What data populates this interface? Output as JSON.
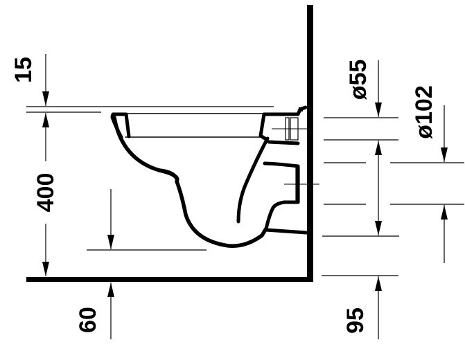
{
  "diagram": {
    "type": "technical-drawing",
    "subject": "wall-hung toilet side elevation",
    "colors": {
      "line": "#000000",
      "background": "#ffffff"
    },
    "dimensions": {
      "top_gap": "15",
      "height_total": "400",
      "floor_offset": "60",
      "flush_pipe_diameter": "ø55",
      "outlet_diameter": "ø102",
      "outlet_height": "95"
    }
  }
}
